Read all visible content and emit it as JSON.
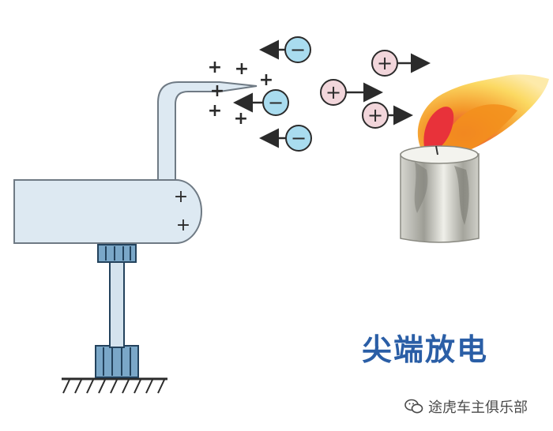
{
  "title": "尖端放电",
  "watermark": "途虎车主俱乐部",
  "icons": {
    "negative_charge": "minus-circle",
    "positive_charge": "plus-circle",
    "arrow": "arrow",
    "watermark_logo": "wechat-icon"
  },
  "colors": {
    "conductor_fill": "#dde9f2",
    "conductor_stroke": "#6f7a84",
    "negative_ion_fill": "#a9dcef",
    "positive_ion_fill": "#f2d6db",
    "title": "#2a5ea6",
    "flame_red": "#e8323a",
    "flame_orange": "#f3901d",
    "flame_yellow": "#fbd75a"
  },
  "charges": {
    "conductor_symbol": "+",
    "negative_symbol": "−",
    "positive_symbol": "+"
  }
}
